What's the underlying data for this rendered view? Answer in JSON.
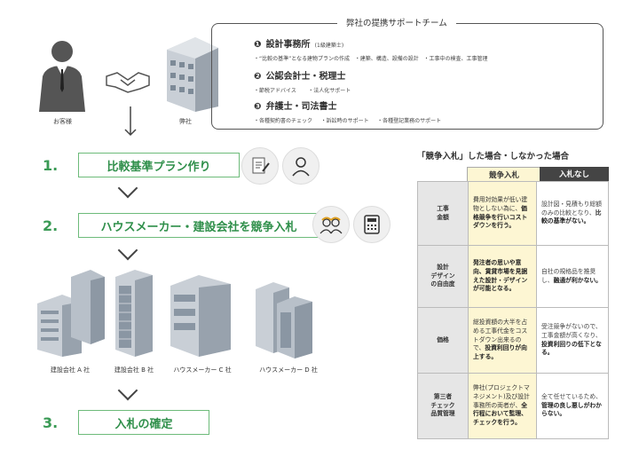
{
  "top": {
    "customer_label": "お客様",
    "company_label": "弊社"
  },
  "team": {
    "title": "弊社の提携サポートチーム",
    "members": [
      {
        "num": "❶",
        "name": "設計事務所",
        "note": "(1級建築士)",
        "services": [
          "・“比較の基準”となる建物プランの作成",
          "・建築、構造、設備の設計",
          "・工事中の検査、工事管理"
        ]
      },
      {
        "num": "❷",
        "name": "公認会計士・税理士",
        "note": "",
        "services": [
          "・節税アドバイス",
          "・法人化サポート"
        ]
      },
      {
        "num": "❸",
        "name": "弁護士・司法書士",
        "note": "",
        "services": [
          "・各種契約書のチェック",
          "・訴訟時のサポート",
          "・各種登記業務のサポート"
        ]
      }
    ]
  },
  "steps": [
    {
      "num": "1.",
      "label": "比較基準プラン作り"
    },
    {
      "num": "2.",
      "label": "ハウスメーカー・建設会社を競争入札"
    },
    {
      "num": "3.",
      "label": "入札の確定"
    }
  ],
  "buildings": [
    "建設会社 A 社",
    "建設会社 B 社",
    "ハウスメーカー C 社",
    "ハウスメーカー D 社"
  ],
  "comparison": {
    "title": "「競争入札」した場合・しなかった場合",
    "col_yes": "競争入札",
    "col_no": "入札なし",
    "rows": [
      {
        "head": "工事\n金額",
        "yes_plain": "費用対効果が低い建物としない為に、",
        "yes_bold": "価格競争を行いコストダウンを行う。",
        "no_plain": "設計図・見積もり総額のみの比較となり、",
        "no_bold": "比較の基準がない。"
      },
      {
        "head": "設計\nデザイン\nの自由度",
        "yes_plain": "",
        "yes_bold": "発注者の思いや意向、賃貸市場を見据えた設計・デザインが可能となる。",
        "no_plain": "自社の規格品を推奨し、",
        "no_bold": "融通が利かない。"
      },
      {
        "head": "価格",
        "yes_plain": "総投資額の大半を占める工事代金をコストダウン出来るので、",
        "yes_bold": "投資利回りが向上する。",
        "no_plain": "受注競争がないので、工事金額が高くなり、",
        "no_bold": "投資利回りの低下となる。"
      },
      {
        "head": "第三者\nチェック\n品質管理",
        "yes_plain": "弊社(プロジェクトマネジメント)及び設計事務所の両者が、",
        "yes_bold": "全行程において監理、チェックを行う。",
        "no_plain": "全て任せているため、",
        "no_bold": "管理の良し悪しがわからない。"
      }
    ]
  },
  "colors": {
    "accent_green": "#3a9a55",
    "yes_bg": "#fdf6d3",
    "no_header": "#444444"
  }
}
